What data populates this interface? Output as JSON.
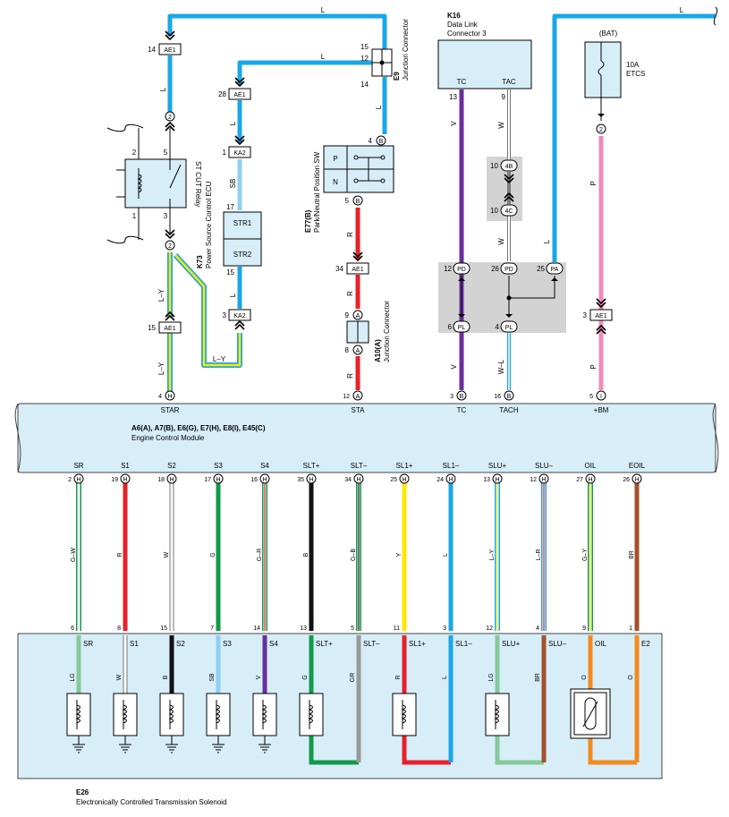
{
  "colors": {
    "L": "#1aa7e8",
    "SB": "#8fd0f2",
    "V": "#6a2f9e",
    "R": "#e8202a",
    "P": "#f28ab9",
    "G": "#119a4a",
    "LG": "#86c99a",
    "B": "#111111",
    "W": "#ffffff",
    "Y": "#ffe800",
    "BR": "#a0522d",
    "O": "#f28a1e",
    "GR": "#9a9a9a",
    "ecu_fill": "#d7eef9",
    "gray_box": "#d3d3d3"
  },
  "ecu": {
    "codes": "A6(A), A7(B), E6(G), E7(H), E8(I), E45(C)",
    "name": "Engine Control Module",
    "top_pins": [
      {
        "label": "STAR",
        "num": "4",
        "conn": "H"
      },
      {
        "label": "STA",
        "num": "12",
        "conn": "A"
      },
      {
        "label": "TC",
        "num": "3",
        "conn": "B"
      },
      {
        "label": "TACH",
        "num": "16",
        "conn": "B"
      },
      {
        "label": "+BM",
        "num": "5",
        "conn": "I"
      }
    ],
    "bottom_pins": [
      {
        "label": "SR",
        "num": "2",
        "conn": "H",
        "wire": "G–W",
        "sol_num": "6",
        "sol_label": "SR",
        "sol_wire": "LG"
      },
      {
        "label": "S1",
        "num": "19",
        "conn": "H",
        "wire": "R",
        "sol_num": "8",
        "sol_label": "S1",
        "sol_wire": "W"
      },
      {
        "label": "S2",
        "num": "18",
        "conn": "H",
        "wire": "W",
        "sol_num": "15",
        "sol_label": "S2",
        "sol_wire": "B"
      },
      {
        "label": "S3",
        "num": "17",
        "conn": "H",
        "wire": "G",
        "sol_num": "7",
        "sol_label": "S3",
        "sol_wire": "SB"
      },
      {
        "label": "S4",
        "num": "16",
        "conn": "H",
        "wire": "G–R",
        "sol_num": "14",
        "sol_label": "S4",
        "sol_wire": "V"
      },
      {
        "label": "SLT+",
        "num": "35",
        "conn": "H",
        "wire": "B",
        "sol_num": "13",
        "sol_label": "SLT+",
        "sol_wire": "G"
      },
      {
        "label": "SLT–",
        "num": "34",
        "conn": "H",
        "wire": "G–B",
        "sol_num": "5",
        "sol_label": "SLT–",
        "sol_wire": "GR"
      },
      {
        "label": "SL1+",
        "num": "25",
        "conn": "H",
        "wire": "Y",
        "sol_num": "11",
        "sol_label": "SL1+",
        "sol_wire": "R"
      },
      {
        "label": "SL1–",
        "num": "24",
        "conn": "H",
        "wire": "L",
        "sol_num": "3",
        "sol_label": "SL1–",
        "sol_wire": "L"
      },
      {
        "label": "SLU+",
        "num": "13",
        "conn": "H",
        "wire": "L–Y",
        "sol_num": "12",
        "sol_label": "SLU+",
        "sol_wire": "LG"
      },
      {
        "label": "SLU–",
        "num": "12",
        "conn": "H",
        "wire": "L–R",
        "sol_num": "4",
        "sol_label": "SLU–",
        "sol_wire": "BR"
      },
      {
        "label": "OIL",
        "num": "27",
        "conn": "H",
        "wire": "G–Y",
        "sol_num": "9",
        "sol_label": "OIL",
        "sol_wire": "O"
      },
      {
        "label": "EOIL",
        "num": "26",
        "conn": "H",
        "wire": "BR",
        "sol_num": "1",
        "sol_label": "E2",
        "sol_wire": "O"
      }
    ]
  },
  "solenoid": {
    "code": "E26",
    "name": "Electronically Controlled Transmission Solenoid"
  },
  "relay": {
    "name": "ST CUT Relay",
    "pins": [
      "2",
      "5",
      "1",
      "3"
    ]
  },
  "k73": {
    "code": "K73",
    "name": "Power Source Control ECU",
    "pin_top": "17",
    "pin_bottom": "15",
    "str1": "STR1",
    "str2": "STR2"
  },
  "e77": {
    "code": "E77(B)",
    "name": "Park/Neutral Position SW",
    "pin_top": "4",
    "conn_top": "B",
    "pin_bottom": "5",
    "conn_bottom": "B",
    "p": "P",
    "n": "N"
  },
  "e9": {
    "code": "E9",
    "name": "Junction Connector",
    "pins": [
      "15",
      "12",
      "14"
    ]
  },
  "a10": {
    "code": "A10(A)",
    "name": "Junction Connector",
    "pins": [
      "9",
      "8"
    ],
    "conn": "A"
  },
  "k16": {
    "code": "K16",
    "name": "Data Link Connector 3",
    "tc": "TC",
    "tac": "TAC",
    "tc_pin": "13",
    "tac_pin": "9"
  },
  "bat": {
    "label": "(BAT)",
    "fuse": "10A",
    "fuse_name": "ETCS",
    "pin": "2"
  },
  "connectors": {
    "ae1": "AE1",
    "ka2": "KA2",
    "ae1_top_num": "14",
    "ae1_mid_num": "28",
    "ka2_top_num": "1",
    "ae1_left_num": "15",
    "ka2_bottom_num": "3",
    "ae1_center_num": "34",
    "ae1_right_num": "3",
    "c4b_num": "10",
    "c4b": "4B",
    "c4c_num": "10",
    "c4c": "4C",
    "pd1_num": "12",
    "pd2_num": "26",
    "pa_num": "25",
    "pl1_num": "6",
    "pl2_num": "4",
    "pd": "PD",
    "pa": "PA",
    "pl": "PL",
    "two": "2"
  },
  "wire_labels": {
    "top_l": "L",
    "l": "L",
    "sb": "SB",
    "ly": "L–Y",
    "r": "R",
    "v": "V",
    "w": "W",
    "wl": "W–L",
    "p": "P"
  }
}
